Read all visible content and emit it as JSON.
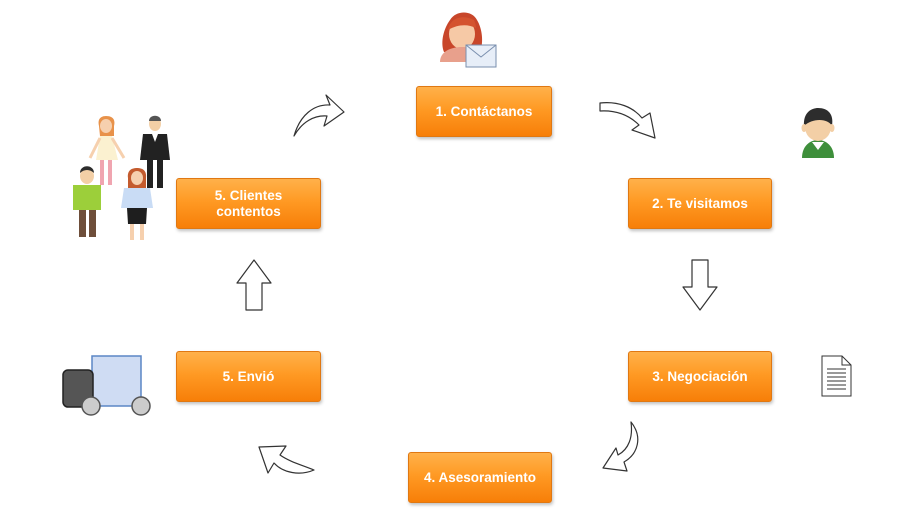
{
  "steps": [
    {
      "id": "s1",
      "label": "1. Contáctanos"
    },
    {
      "id": "s2",
      "label": "2. Te visitamos"
    },
    {
      "id": "s3",
      "label": "3. Negociación"
    },
    {
      "id": "s4",
      "label": "4. Asesoramiento"
    },
    {
      "id": "s5",
      "label": "5. Envió"
    },
    {
      "id": "s6",
      "label": "5. Clientes\ncontentos"
    }
  ],
  "icons": [
    "woman-with-envelope-icon",
    "man-icon",
    "document-icon",
    "delivery-truck-icon",
    "happy-customers-group-icon"
  ],
  "colors": {
    "box_top": "#ffb14a",
    "box_bottom": "#f77f08",
    "box_text": "#ffffff",
    "arrow_stroke": "#333333"
  }
}
